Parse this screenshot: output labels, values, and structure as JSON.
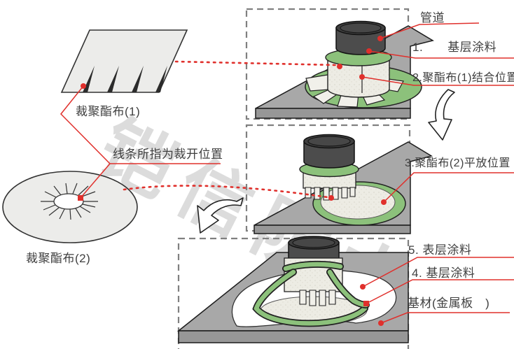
{
  "title_note": "pipe flashing / polyester cloth waterproofing installation diagram",
  "watermark": {
    "text": "铠信防水",
    "color": "#dcdcdc"
  },
  "colors": {
    "accent_red": "#e0302c",
    "green_coating": "#8cc17b",
    "plate_top_grey": "#a8a8a8",
    "plate_side_grey": "#979797",
    "pipe_dark_grey": "#4c4c4c",
    "cloth_offwhite": "#edece4",
    "dashed_border_grey": "#808080",
    "label_text": "#3f3f3f"
  },
  "left_column": {
    "sheet_label": "裁聚酯布(1)",
    "cut_note": "线条所指为裁开位置",
    "disc_label": "裁聚酯布(2)"
  },
  "callouts": {
    "pipe": "管道",
    "c1": "1.　　基层涂料",
    "c2": "2.聚酯布(1)结合位置",
    "c3": "3.聚酯布(2)平放位置",
    "c5": "5. 表层涂料",
    "c4": "4. 基层涂料",
    "base": "基材(金属板　)"
  },
  "icons": {
    "arrow_step1_to_step2": "curved-hollow-arrow-down",
    "arrow_step2_to_step3": "curved-hollow-arrow-down-left",
    "callout_marker": "red-dot",
    "cut_position_marker": "red-dot"
  },
  "steps": [
    {
      "id": 1,
      "shows": "cloth(1) wrapped around pipe, flaps spread on green base coating"
    },
    {
      "id": 2,
      "shows": "cloth(2) laid flat around pipe over green ring"
    },
    {
      "id": 3,
      "shows": "finished: surface coating, base coating strips, metal base plate"
    }
  ]
}
